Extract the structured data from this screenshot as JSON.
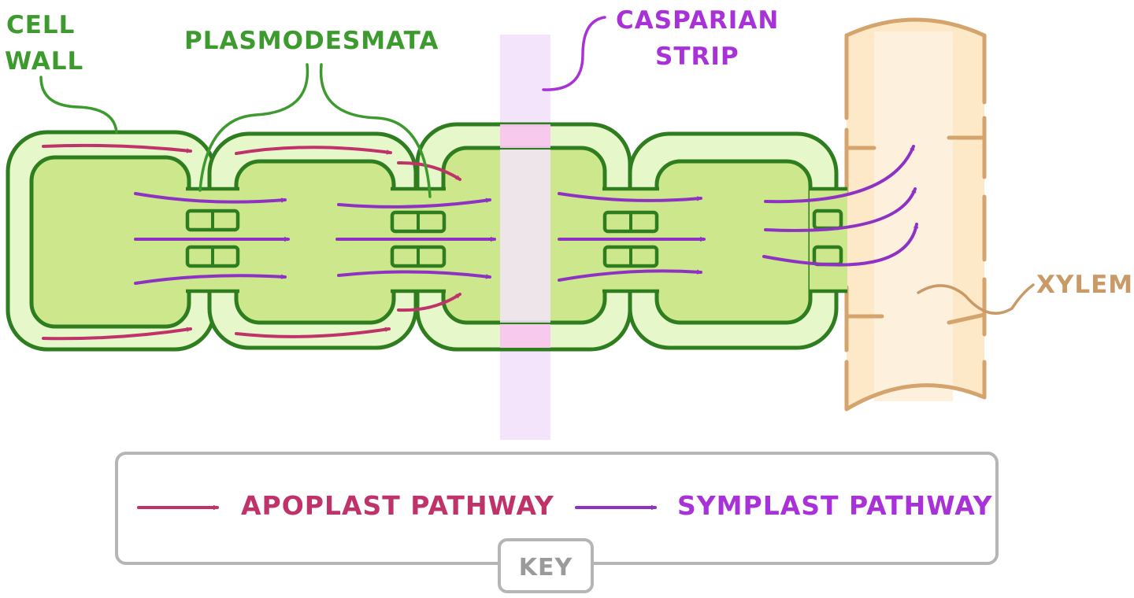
{
  "labels": {
    "cell_wall_line1": "CELL",
    "cell_wall_line2": "WALL",
    "plasmodesmata": "PLASMODESMATA",
    "casparian_line1": "CASPARIAN",
    "casparian_line2": "STRIP",
    "xylem": "XYLEM"
  },
  "key": {
    "title": "KEY",
    "apoplast": "APOPLAST PATHWAY",
    "symplast": "SYMPLAST PATHWAY"
  },
  "colors": {
    "cell_wall": "#2e7d1e",
    "cytoplasm": "#cde88c",
    "apoplast": "#c0336a",
    "symplast": "#8e32c4",
    "casparian": "#f3e4fb",
    "xylem": "#fde8c8",
    "label_green": "#3d9a2e",
    "label_purple": "#a832d8",
    "label_tan": "#c99a66"
  }
}
